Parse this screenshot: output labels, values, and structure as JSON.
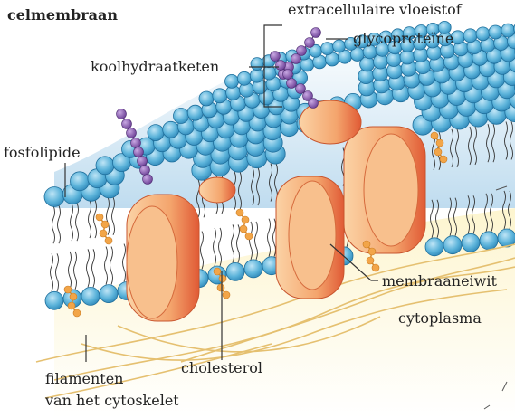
{
  "title": "celmembraan",
  "labels": {
    "extracellular_fluid": "extracellulaire vloeistof",
    "glycoprotein": "glycoproteïne",
    "carbohydrate_chain": "koolhydraatketen",
    "phospholipid": "fosfolipide",
    "membrane_protein": "membraaneiwit",
    "cytoplasm": "cytoplasma",
    "cholesterol": "cholesterol",
    "filaments_line1": "filamenten",
    "filaments_line2": "van het cytoskelet"
  },
  "colors": {
    "phospholipid_head": "#5bb3da",
    "phospholipid_head_dark": "#2f87b8",
    "protein": "#f2a36a",
    "protein_dark": "#e0653b",
    "carbohydrate": "#8d63b3",
    "cholesterol": "#f0a040",
    "extracellular": "#cfe6f4",
    "cytoplasm": "#fbf1c4",
    "filament": "#e9c77a"
  }
}
